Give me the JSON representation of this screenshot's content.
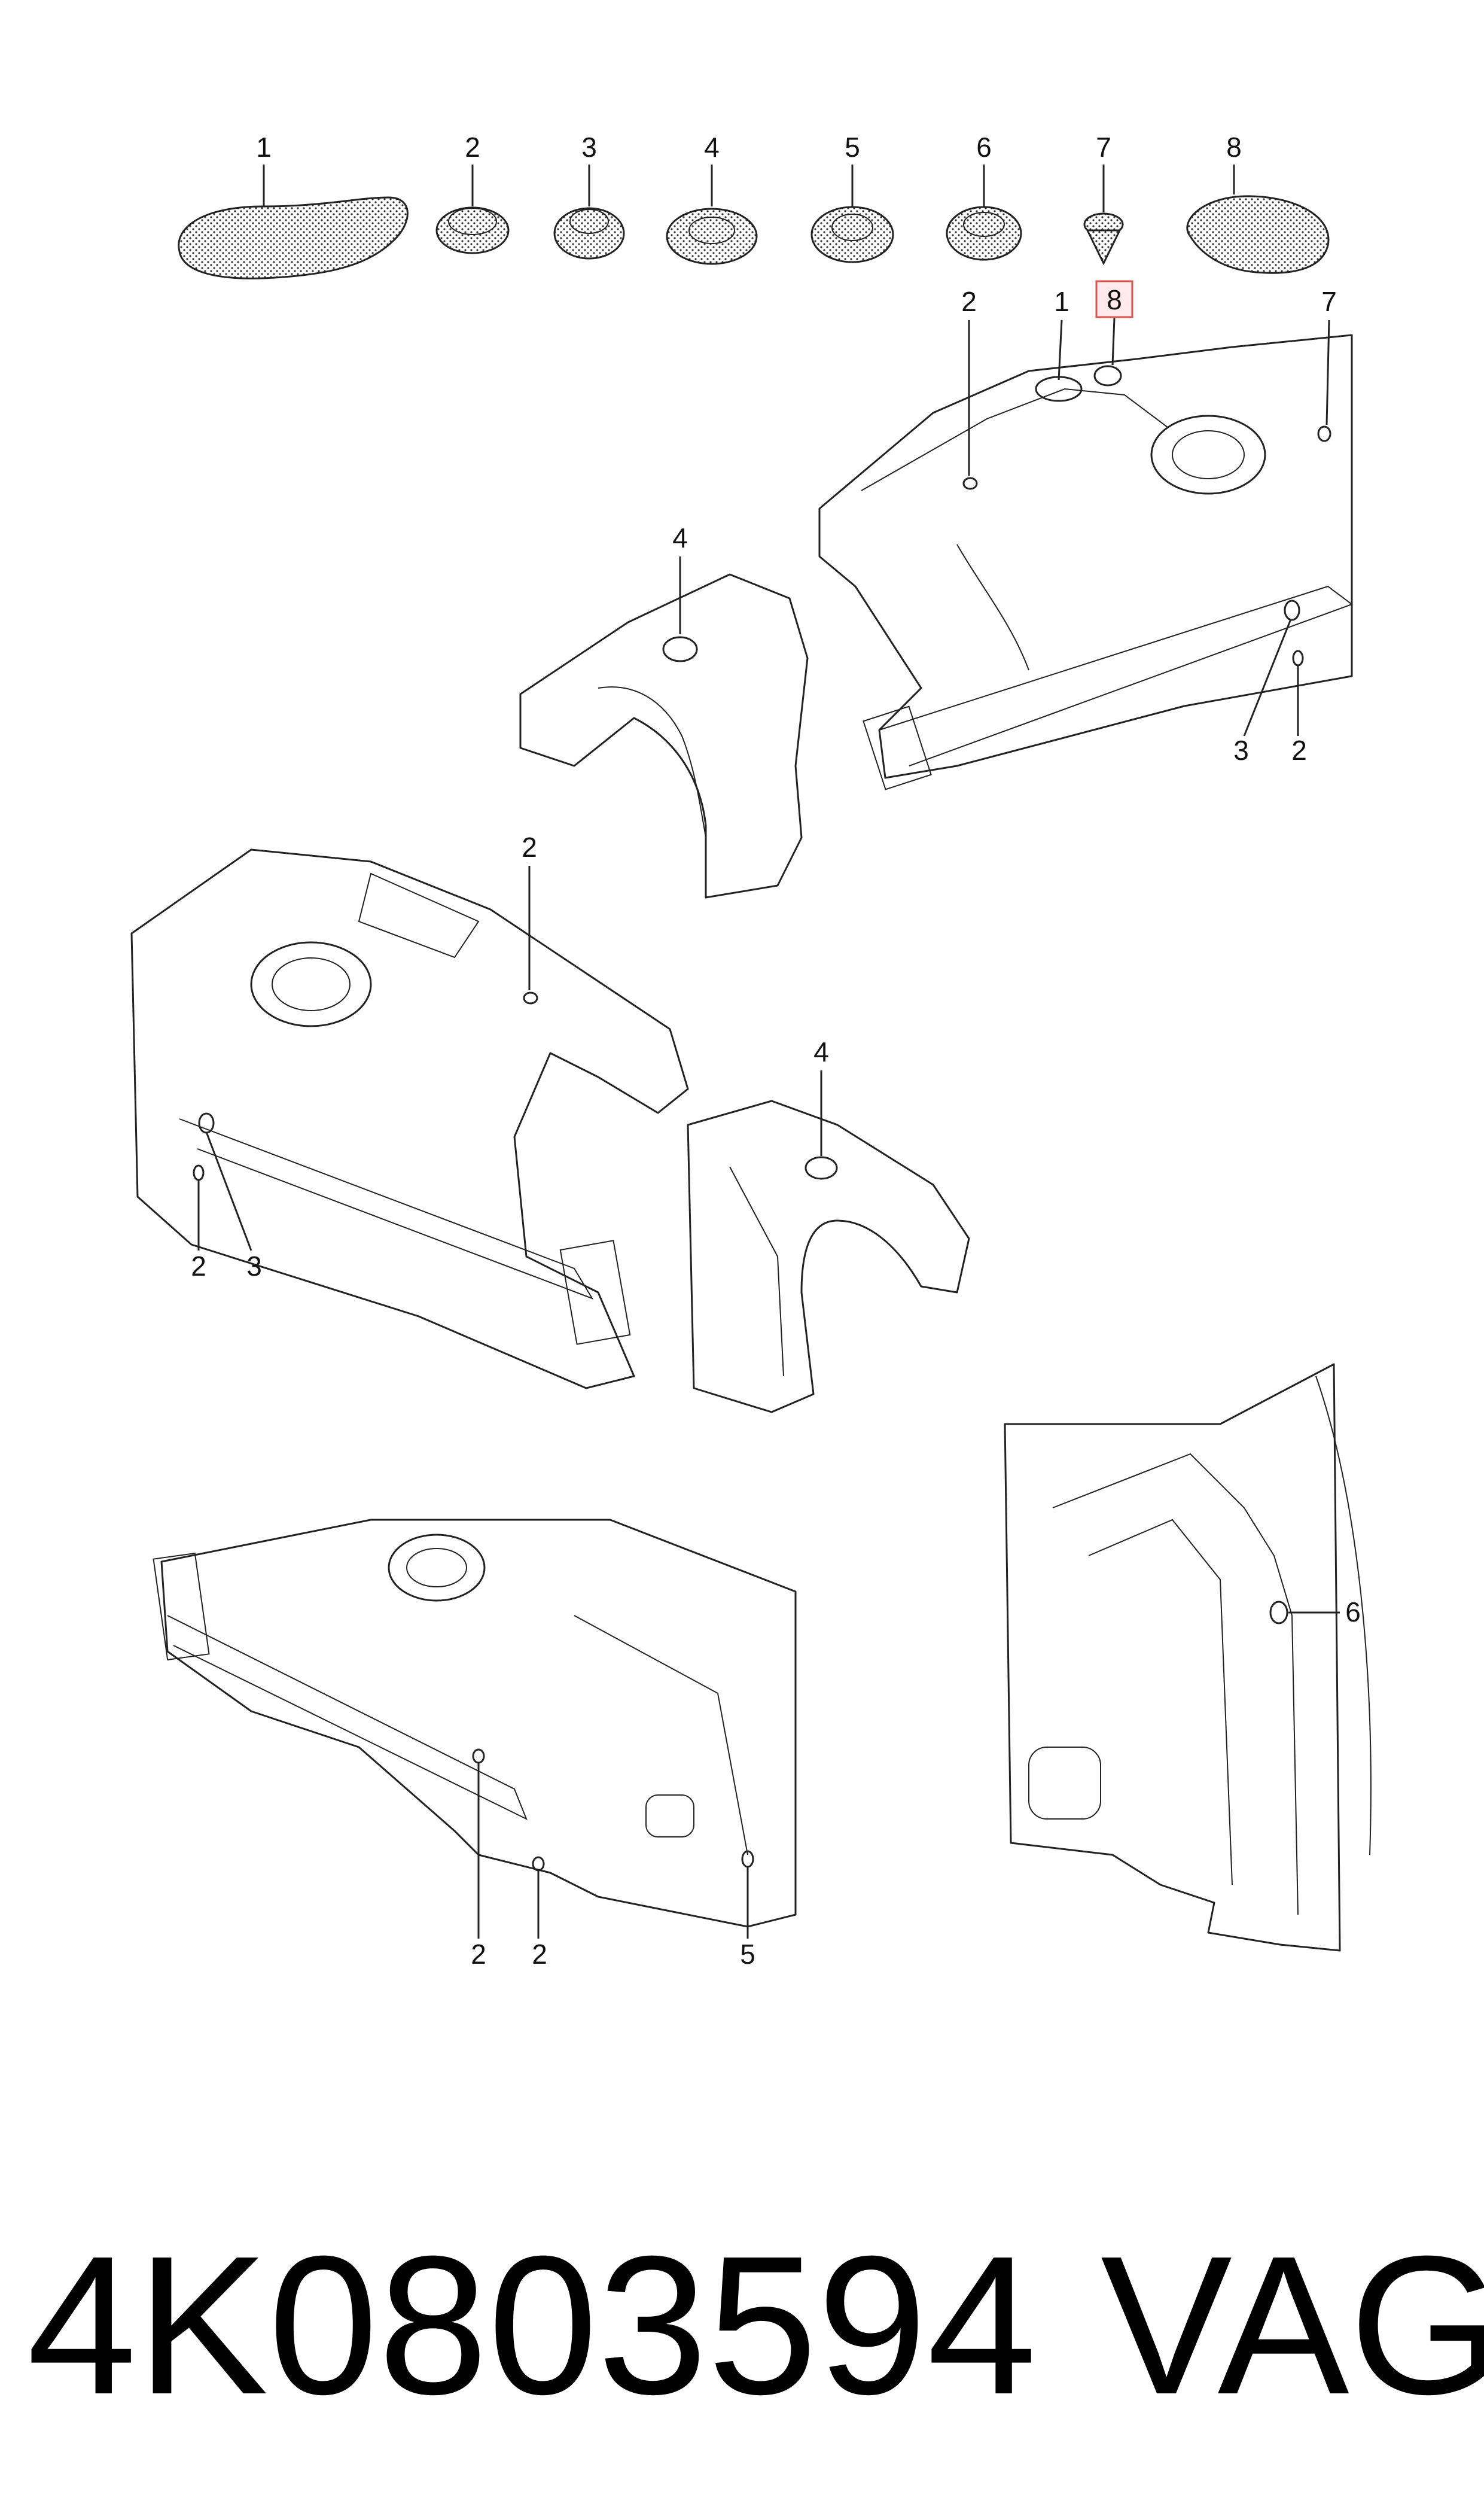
{
  "parts_row": [
    {
      "label": "1"
    },
    {
      "label": "2"
    },
    {
      "label": "3"
    },
    {
      "label": "4"
    },
    {
      "label": "5"
    },
    {
      "label": "6"
    },
    {
      "label": "7"
    },
    {
      "label": "8"
    }
  ],
  "view1": {
    "c2": "2",
    "c1": "1",
    "c8": "8",
    "c7": "7",
    "c3": "3",
    "c2b": "2"
  },
  "view2": {
    "c4": "4"
  },
  "view3": {
    "c2": "2",
    "c2b": "2",
    "c3": "3"
  },
  "view4": {
    "c4": "4"
  },
  "view5": {
    "c2a": "2",
    "c2b": "2",
    "c5": "5"
  },
  "view6": {
    "c6": "6"
  },
  "footer": {
    "part_number": "4K0803594",
    "brand": "VAG"
  },
  "colors": {
    "highlight_border": "#d9534f",
    "highlight_fill": "#ffe9ec"
  }
}
